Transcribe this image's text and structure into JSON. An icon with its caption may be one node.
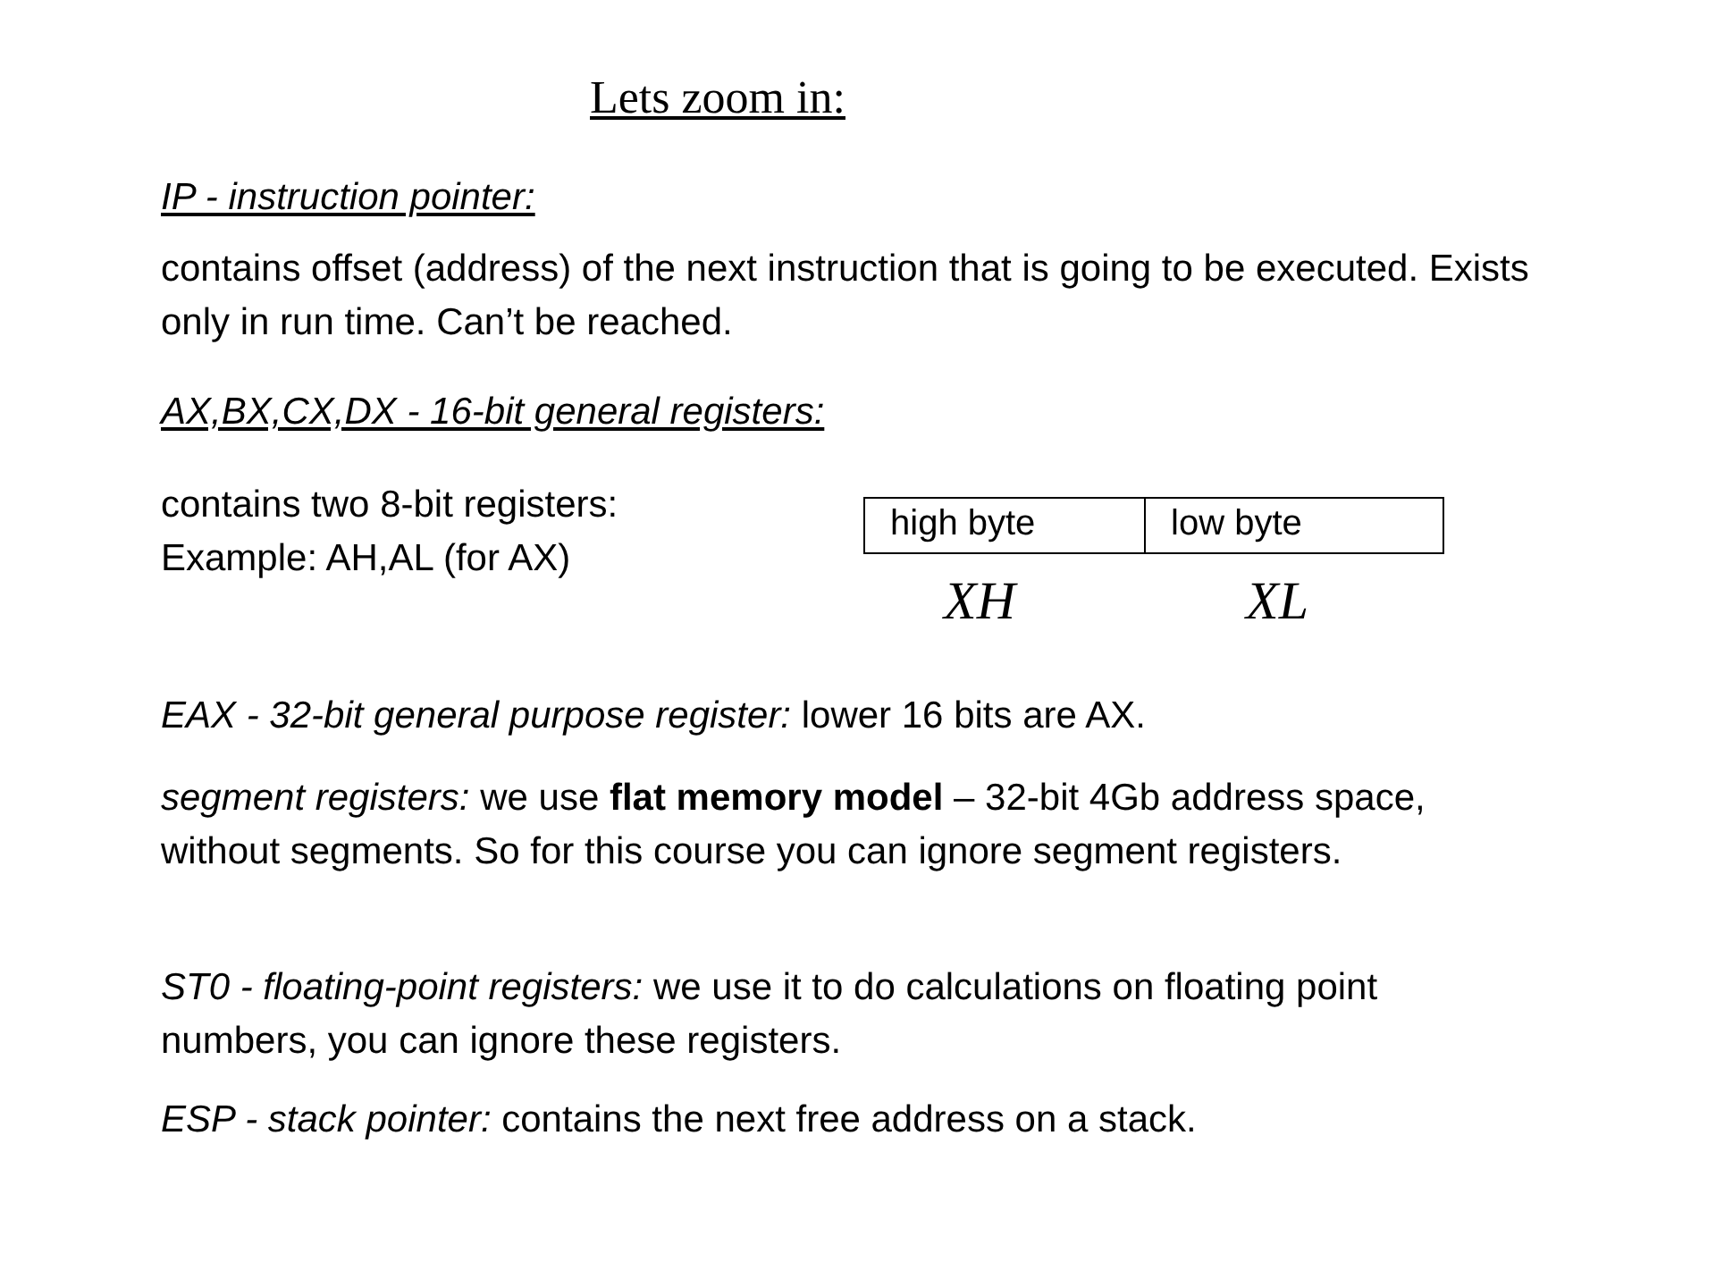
{
  "diagram": {
    "title": "Lets zoom in:",
    "nodes": [
      {
        "text": [
          "high byte"
        ],
        "beside": [
          "XH"
        ]
      },
      {
        "text": [
          "low byte"
        ],
        "beside": [
          "XL"
        ]
      }
    ],
    "labels": [
      "IP - instruction pointer:",
      "contains offset (address) of the next instruction that is going to be executed. Exists only in run time.  Can’t be reached.",
      "AX,BX,CX,DX - 16-bit general registers:",
      "contains two 8-bit registers: Example: AH,AL (for AX)",
      "*EAX - 32-bit general purpose register:* lower 16 bits are AX.",
      "*segment registers:* we use **flat memory model** – 32-bit 4Gb address space, without segments. So for this course you can ignore segment registers.",
      "*ST0 - floating-point registers:* we use it to do calculations on floating point numbers, you can ignore these registers.",
      "*ESP - stack pointer:* contains the next free address on a stack."
    ]
  }
}
